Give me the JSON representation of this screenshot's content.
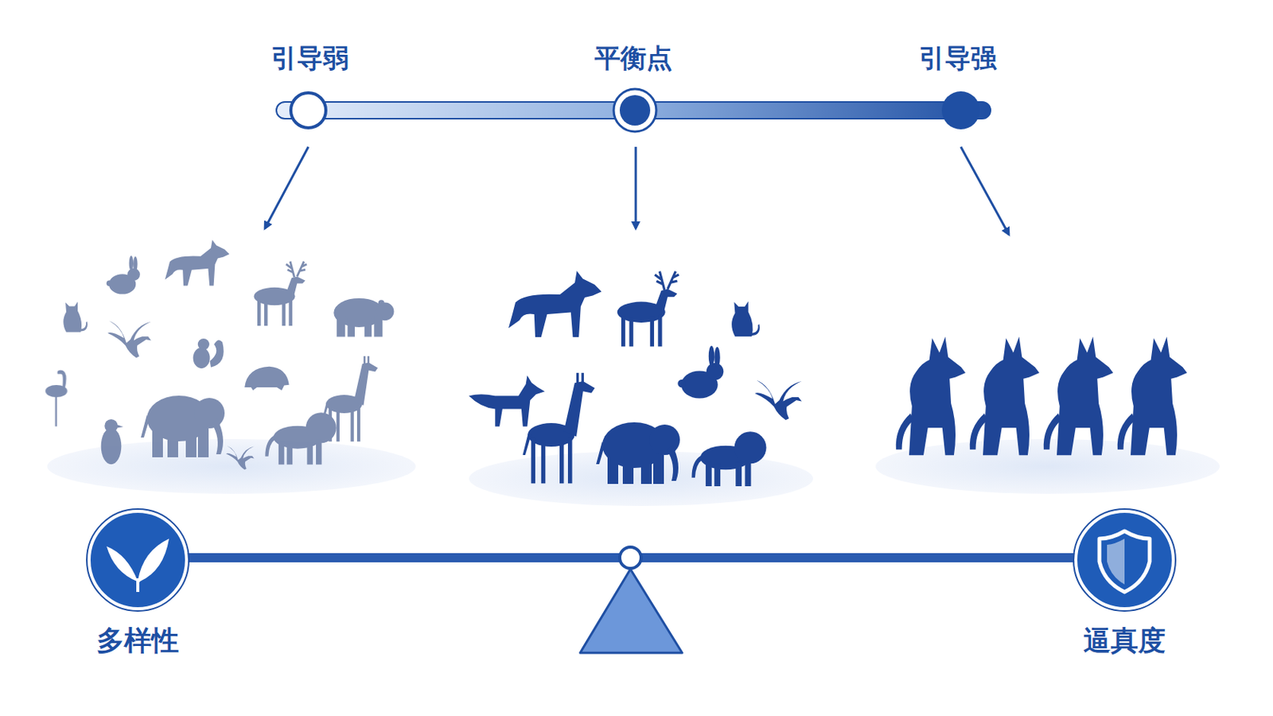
{
  "diagram": {
    "labels": [
      "引导弱",
      "平衡点",
      "引导强",
      "多样性",
      "逼真度"
    ]
  }
}
